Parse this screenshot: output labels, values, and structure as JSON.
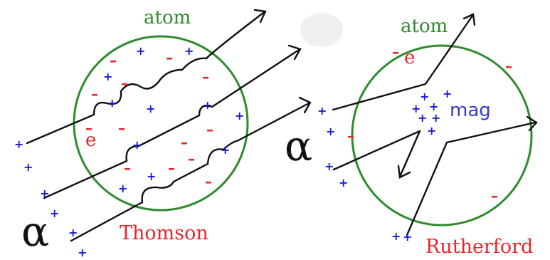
{
  "thomson": {
    "atom_label": "atom",
    "electron_label": "e",
    "alpha_label": "α",
    "model_label": "Thomson"
  },
  "rutherford": {
    "atom_label": "atom",
    "electron_label": "e",
    "alpha_label": "α",
    "nucleus_label": "mag",
    "model_label": "Rutherford"
  },
  "colors": {
    "atom_circle": "#2e8b2e",
    "positive_charge": "#1a1ad8",
    "negative_charge": "#e8262a",
    "trajectory": "#111111",
    "nucleus_label": "#3a3ac8"
  },
  "symbols": {
    "positive": "+",
    "negative": "–"
  }
}
